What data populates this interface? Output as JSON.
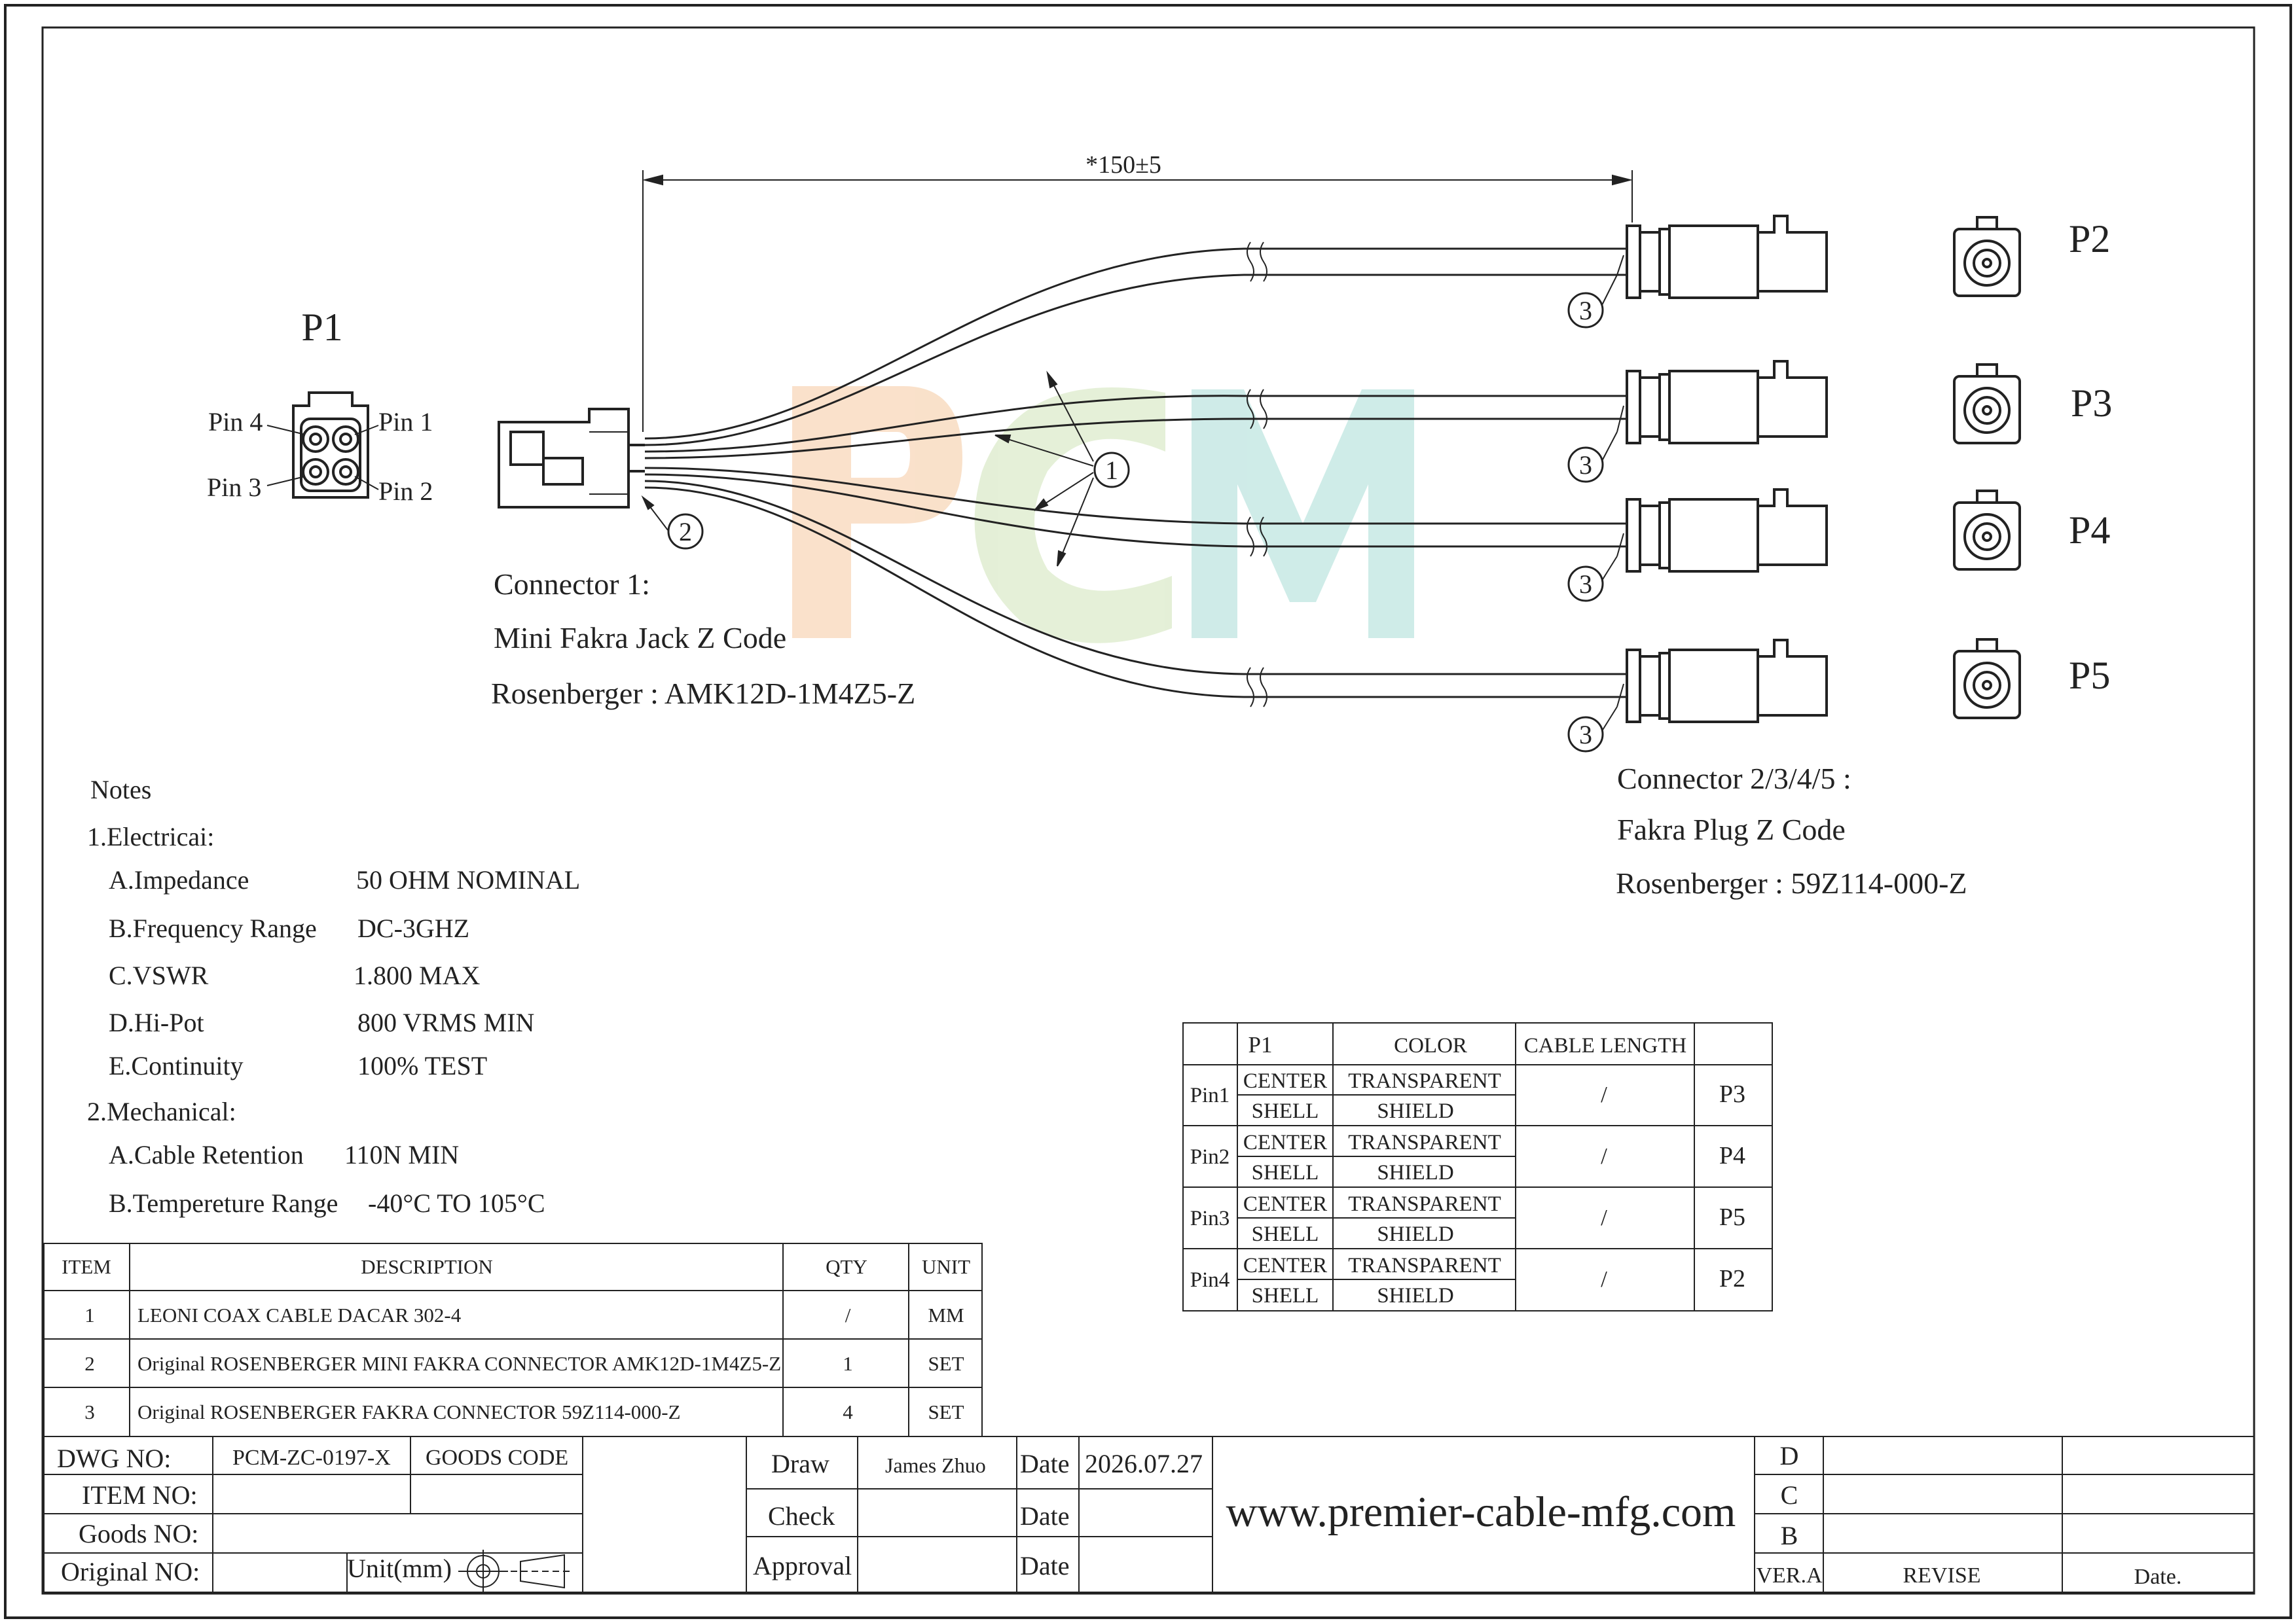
{
  "labels": {
    "p1": "P1",
    "p2": "P2",
    "p3": "P3",
    "p4": "P4",
    "p5": "P5",
    "pin1": "Pin 1",
    "pin2": "Pin 2",
    "pin3": "Pin 3",
    "pin4": "Pin 4",
    "dimension": "*150±5",
    "balloon1": "1",
    "balloon2": "2",
    "balloon3": "3",
    "watermark": "PCM"
  },
  "connector1": {
    "line1": "Connector 1:",
    "line2": "Mini Fakra Jack Z Code",
    "line3": "Rosenberger : AMK12D-1M4Z5-Z"
  },
  "connector2": {
    "line1": "Connector 2/3/4/5 :",
    "line2": "Fakra Plug Z Code",
    "line3": "Rosenberger : 59Z114-000-Z"
  },
  "notes": {
    "title": "Notes",
    "electrical": "1.Electricai:",
    "impedance_k": "A.Impedance",
    "impedance_v": "50 OHM NOMINAL",
    "freq_k": "B.Frequency Range",
    "freq_v": "DC-3GHZ",
    "vswr_k": "C.VSWR",
    "vswr_v": "1.800 MAX",
    "hipot_k": "D.Hi-Pot",
    "hipot_v": "800 VRMS MIN",
    "cont_k": "E.Continuity",
    "cont_v": "100% TEST",
    "mechanical": "2.Mechanical:",
    "ret_k": "A.Cable Retention",
    "ret_v": "110N MIN",
    "temp_k": "B.Tempereture Range",
    "temp_v": "-40°C TO 105°C"
  },
  "pin_table": {
    "headers": [
      "P1",
      "COLOR",
      "CABLE LENGTH",
      ""
    ],
    "rows": [
      {
        "pin": "Pin1",
        "a": "CENTER",
        "ac": "TRANSPARENT",
        "b": "SHELL",
        "bc": "SHIELD",
        "len": "/",
        "to": "P3"
      },
      {
        "pin": "Pin2",
        "a": "CENTER",
        "ac": "TRANSPARENT",
        "b": "SHELL",
        "bc": "SHIELD",
        "len": "/",
        "to": "P4"
      },
      {
        "pin": "Pin3",
        "a": "CENTER",
        "ac": "TRANSPARENT",
        "b": "SHELL",
        "bc": "SHIELD",
        "len": "/",
        "to": "P5"
      },
      {
        "pin": "Pin4",
        "a": "CENTER",
        "ac": "TRANSPARENT",
        "b": "SHELL",
        "bc": "SHIELD",
        "len": "/",
        "to": "P2"
      }
    ]
  },
  "bom": {
    "headers": [
      "ITEM",
      "DESCRIPTION",
      "QTY",
      "UNIT"
    ],
    "rows": [
      {
        "item": "1",
        "desc": "LEONI COAX CABLE DACAR 302-4",
        "qty": "/",
        "unit": "MM"
      },
      {
        "item": "2",
        "desc": "Original ROSENBERGER MINI FAKRA CONNECTOR AMK12D-1M4Z5-Z",
        "qty": "1",
        "unit": "SET"
      },
      {
        "item": "3",
        "desc": "Original ROSENBERGER FAKRA CONNECTOR 59Z114-000-Z",
        "qty": "4",
        "unit": "SET"
      }
    ]
  },
  "title_block": {
    "dwg_no_k": "DWG NO:",
    "dwg_no_v": "PCM-ZC-0197-X",
    "goods_code": "GOODS CODE",
    "item_no_k": "ITEM NO:",
    "goods_no_k": "Goods NO:",
    "original_no_k": "Original NO:",
    "unit": "Unit(mm)",
    "draw": "Draw",
    "draw_by": "James Zhuo",
    "date": "Date",
    "draw_date": "2026.07.27",
    "check": "Check",
    "approval": "Approval",
    "website": "www.premier-cable-mfg.com",
    "rev_d": "D",
    "rev_c": "C",
    "rev_b": "B",
    "ver": "VER.A",
    "revise": "REVISE",
    "rev_date": "Date."
  },
  "colors": {
    "line": "#222222",
    "watermark_p": "#f5c9a0",
    "watermark_c": "#cfe3b8",
    "watermark_m": "#a8dcd6"
  }
}
